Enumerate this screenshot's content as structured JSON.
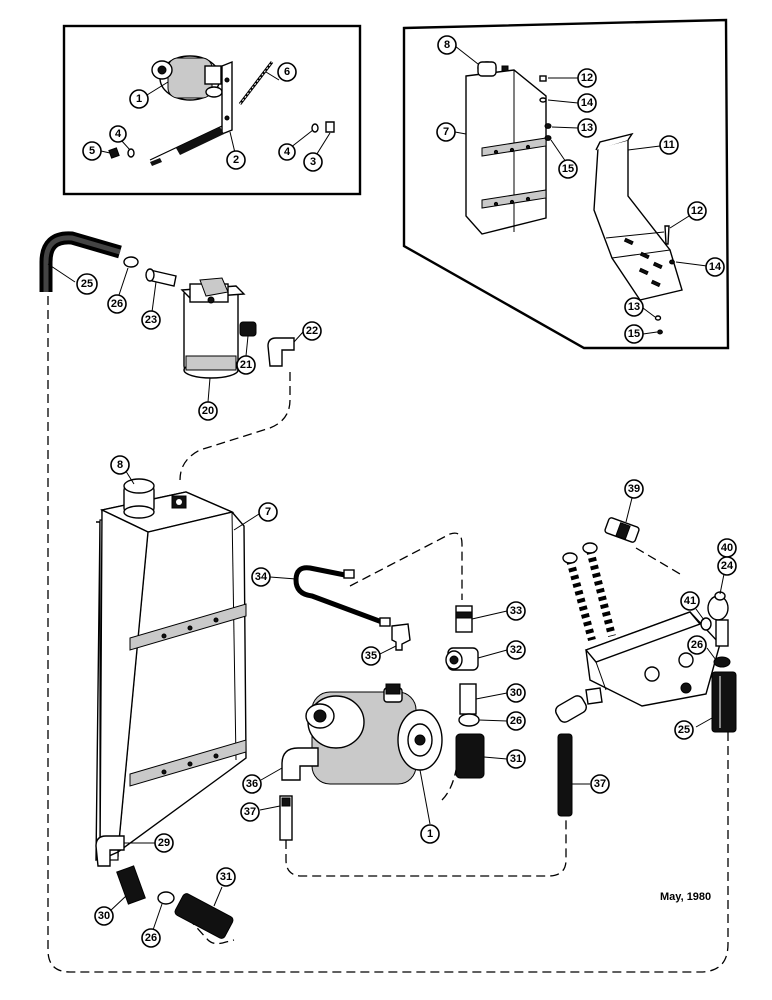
{
  "diagram": {
    "footer_date": "May, 1980",
    "callouts": {
      "inset1": {
        "n1": "1",
        "n2": "2",
        "n3": "3",
        "n4a": "4",
        "n4b": "4",
        "n5": "5",
        "n6": "6"
      },
      "inset2": {
        "n7": "7",
        "n8": "8",
        "n11": "11",
        "n12a": "12",
        "n12b": "12",
        "n13a": "13",
        "n13b": "13",
        "n14a": "14",
        "n14b": "14",
        "n15a": "15",
        "n15b": "15"
      },
      "main": {
        "n1": "1",
        "n7": "7",
        "n8": "8",
        "n20": "20",
        "n21": "21",
        "n22": "22",
        "n23": "23",
        "n24": "24",
        "n25a": "25",
        "n25b": "25",
        "n26a": "26",
        "n26b": "26",
        "n26c": "26",
        "n26d": "26",
        "n29": "29",
        "n30a": "30",
        "n30b": "30",
        "n31a": "31",
        "n31b": "31",
        "n32": "32",
        "n33": "33",
        "n34": "34",
        "n35": "35",
        "n36": "36",
        "n37a": "37",
        "n37b": "37",
        "n39": "39",
        "n40": "40",
        "n41": "41"
      }
    }
  }
}
